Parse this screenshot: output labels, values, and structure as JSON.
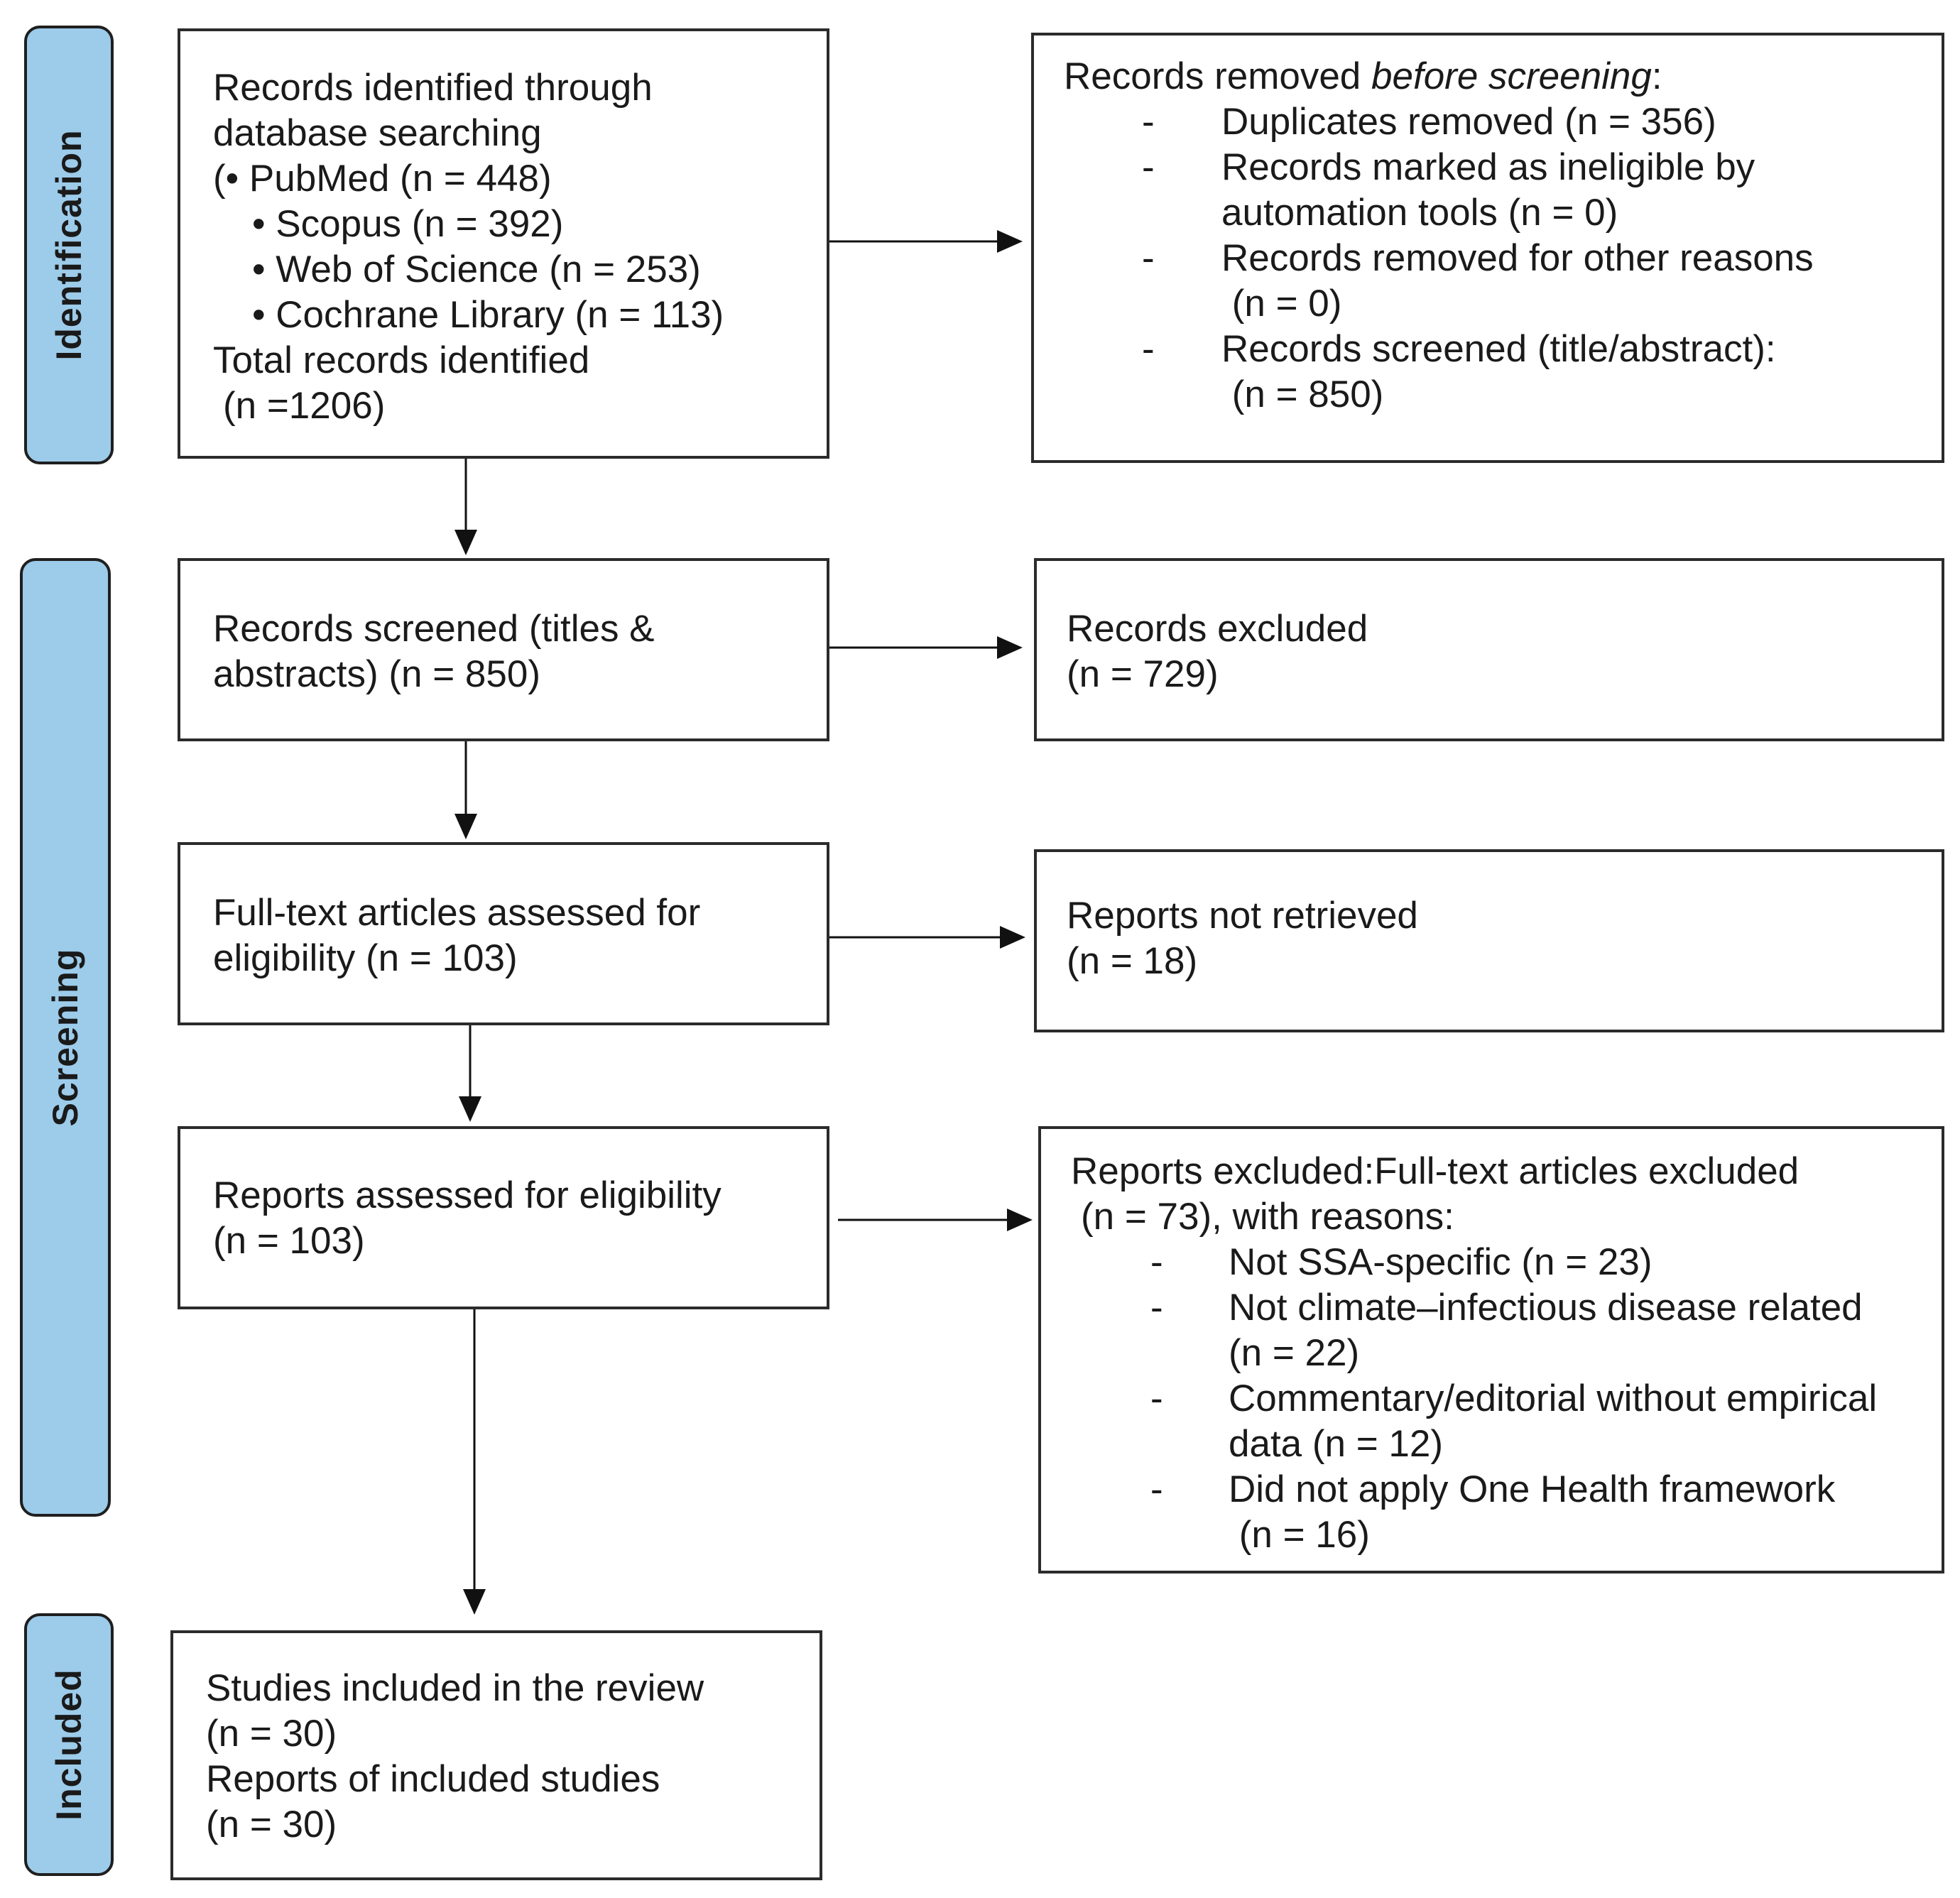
{
  "phases": {
    "identification": "Identification",
    "screening": "Screening",
    "included": "Included"
  },
  "boxes": {
    "identified": {
      "line1": "Records identified through",
      "line2": "database searching",
      "line3": "(• PubMed (n = 448)",
      "line4": "• Scopus (n = 392)",
      "line5": "• Web of Science (n = 253)",
      "line6": "• Cochrane Library (n = 113)",
      "line7": "Total records identified",
      "line8": "(n =1206)"
    },
    "removed": {
      "heading_prefix": "Records removed ",
      "heading_italic": "before screening",
      "heading_suffix": ":",
      "items": [
        {
          "dash": "-",
          "lines": [
            "Duplicates removed (n = 356)"
          ]
        },
        {
          "dash": "-",
          "lines": [
            "Records marked as ineligible by",
            "automation tools (n = 0)"
          ]
        },
        {
          "dash": "-",
          "lines": [
            "Records removed for other reasons",
            " (n = 0)"
          ]
        },
        {
          "dash": "-",
          "lines": [
            "Records screened (title/abstract):",
            " (n = 850)"
          ]
        }
      ]
    },
    "screened": {
      "line1": "Records screened (titles &",
      "line2": "abstracts) (n = 850)"
    },
    "excluded": {
      "line1": "Records excluded",
      "line2": "(n = 729)"
    },
    "fulltext": {
      "line1": "Full-text articles assessed for",
      "line2": "eligibility (n = 103)"
    },
    "not_retrieved": {
      "line1": "Reports not retrieved",
      "line2": "(n = 18)"
    },
    "assessed": {
      "line1": "Reports assessed for eligibility",
      "line2": "(n = 103)"
    },
    "reports_excluded": {
      "line1": "Reports excluded:Full-text articles excluded",
      "line2": "(n = 73), with reasons:",
      "items": [
        {
          "dash": "-",
          "lines": [
            "Not SSA-specific (n = 23)"
          ]
        },
        {
          "dash": "-",
          "lines": [
            "Not climate–infectious disease related",
            "(n = 22)"
          ]
        },
        {
          "dash": "-",
          "lines": [
            "Commentary/editorial without empirical",
            "data (n = 12)"
          ]
        },
        {
          "dash": "-",
          "lines": [
            "Did not apply One Health framework",
            " (n = 16)"
          ]
        }
      ]
    },
    "included": {
      "line1": "Studies included in the review",
      "line2": "(n = 30)",
      "line3": "Reports of included studies",
      "line4": "(n = 30)"
    }
  },
  "colors": {
    "phase_fill": "#9dcbea",
    "border": "#2b2b2b",
    "arrow": "#111111"
  }
}
